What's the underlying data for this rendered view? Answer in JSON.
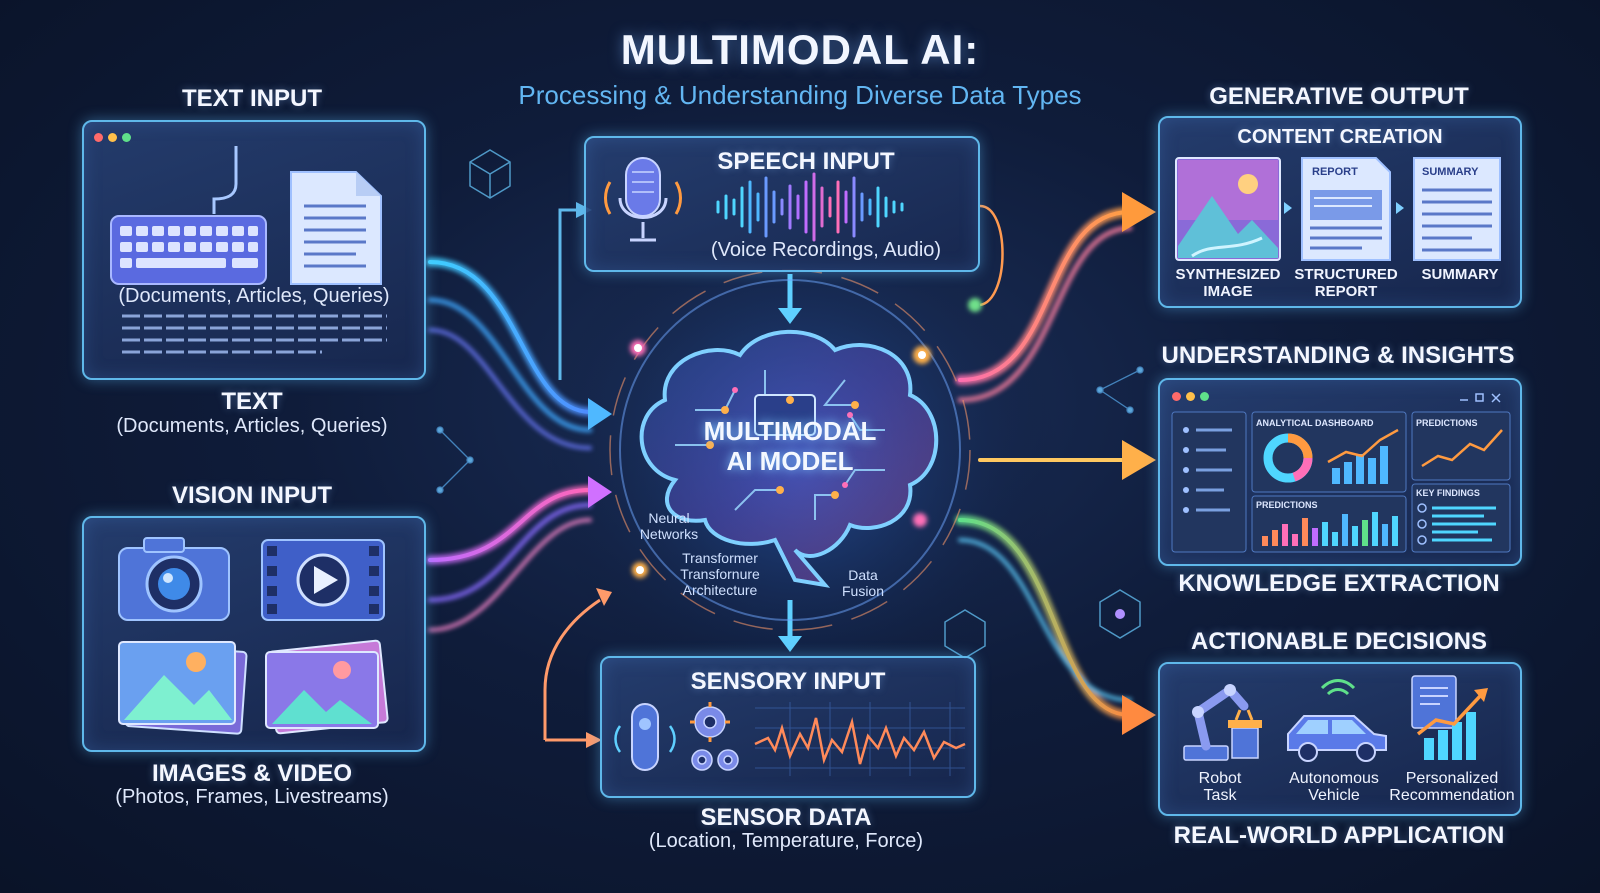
{
  "title": "MULTIMODAL AI:",
  "subtitle": "Processing & Understanding Diverse Data Types",
  "text_input": {
    "heading": "TEXT INPUT",
    "panel_caption": "(Documents, Articles, Queries)",
    "label": "TEXT",
    "label_caption": "(Documents, Articles, Queries)"
  },
  "vision_input": {
    "heading": "VISION INPUT",
    "label": "IMAGES & VIDEO",
    "label_caption": "(Photos, Frames, Livestreams)"
  },
  "speech_input": {
    "heading": "SPEECH INPUT",
    "caption": "(Voice Recordings, Audio)"
  },
  "sensory_input": {
    "heading": "SENSORY INPUT",
    "label": "SENSOR DATA",
    "label_caption": "(Location, Temperature, Force)"
  },
  "model": {
    "title_line1": "MULTIMODAL",
    "title_line2": "AI MODEL",
    "neural": "Neural Networks",
    "transformer": "Transformer Transfornure Architecture",
    "fusion": "Data Fusion"
  },
  "generative_output": {
    "heading": "GENERATIVE OUTPUT",
    "panel_title": "CONTENT CREATION",
    "report_tag": "REPORT",
    "summary_tag": "SUMMARY",
    "items": [
      {
        "line1": "SYNTHESIZED",
        "line2": "IMAGE"
      },
      {
        "line1": "STRUCTURED",
        "line2": "REPORT"
      },
      {
        "line1": "SUMMARY",
        "line2": ""
      }
    ]
  },
  "understanding": {
    "heading": "UNDERSTANDING & INSIGHTS",
    "dashboard_label": "ANALYTICAL DASHBOARD",
    "predictions_label_top": "PREDICTIONS",
    "predictions_label_bottom": "PREDICTIONS",
    "key_findings_label": "KEY FINDINGS",
    "footer": "KNOWLEDGE EXTRACTION"
  },
  "actionable": {
    "heading": "ACTIONABLE DECISIONS",
    "items": [
      {
        "line1": "Robot",
        "line2": "Task"
      },
      {
        "line1": "Autonomous",
        "line2": "Vehicle"
      },
      {
        "line1": "Personalized",
        "line2": "Recommendation"
      }
    ],
    "footer": "REAL-WORLD APPLICATION"
  },
  "colors": {
    "panel_border": "#5fb8ea",
    "cyan": "#4fd6ff",
    "blue": "#4f8cff",
    "violet": "#a06cff",
    "pink": "#ff6fb8",
    "orange": "#ff9a3c",
    "green": "#6fe08a"
  }
}
